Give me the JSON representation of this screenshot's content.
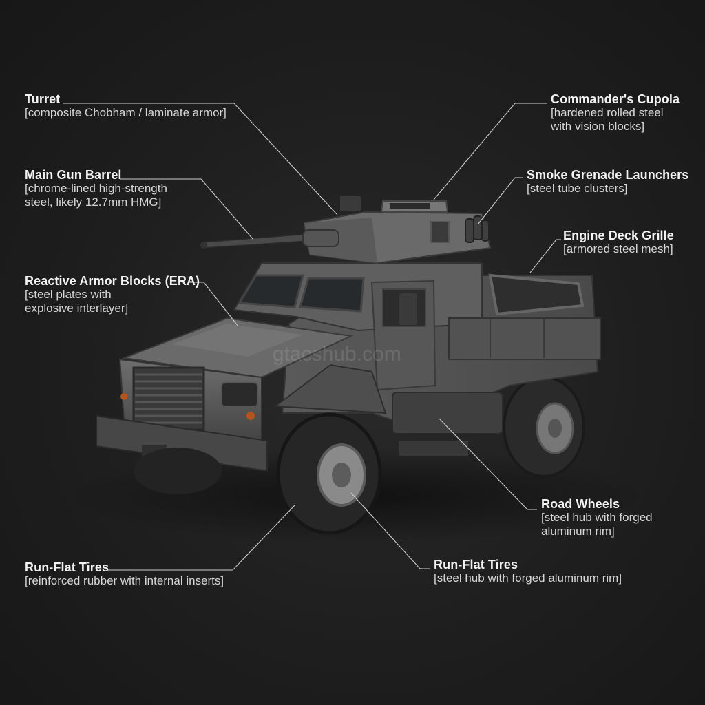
{
  "watermark": "gtacshub.com",
  "callouts": {
    "turret": {
      "title": "Turret",
      "desc": "[composite Chobham / laminate armor]"
    },
    "cupola": {
      "title": "Commander's Cupola",
      "desc": "[hardened rolled steel\nwith vision blocks]"
    },
    "gun": {
      "title": "Main Gun Barrel",
      "desc": "[chrome-lined high-strength\nsteel, likely 12.7mm HMG]"
    },
    "smoke": {
      "title": "Smoke Grenade Launchers",
      "desc": "[steel tube clusters]"
    },
    "grille": {
      "title": "Engine Deck Grille",
      "desc": "[armored steel mesh]"
    },
    "era": {
      "title": "Reactive Armor Blocks (ERA)",
      "desc": "[steel plates with\nexplosive interlayer]"
    },
    "road_wheels": {
      "title": "Road Wheels",
      "desc": "[steel hub with forged\naluminum rim]"
    },
    "tires_left": {
      "title": "Run-Flat Tires",
      "desc": "[reinforced rubber with internal inserts]"
    },
    "tires_right": {
      "title": "Run-Flat Tires",
      "desc": "[steel hub with forged aluminum rim]"
    }
  }
}
